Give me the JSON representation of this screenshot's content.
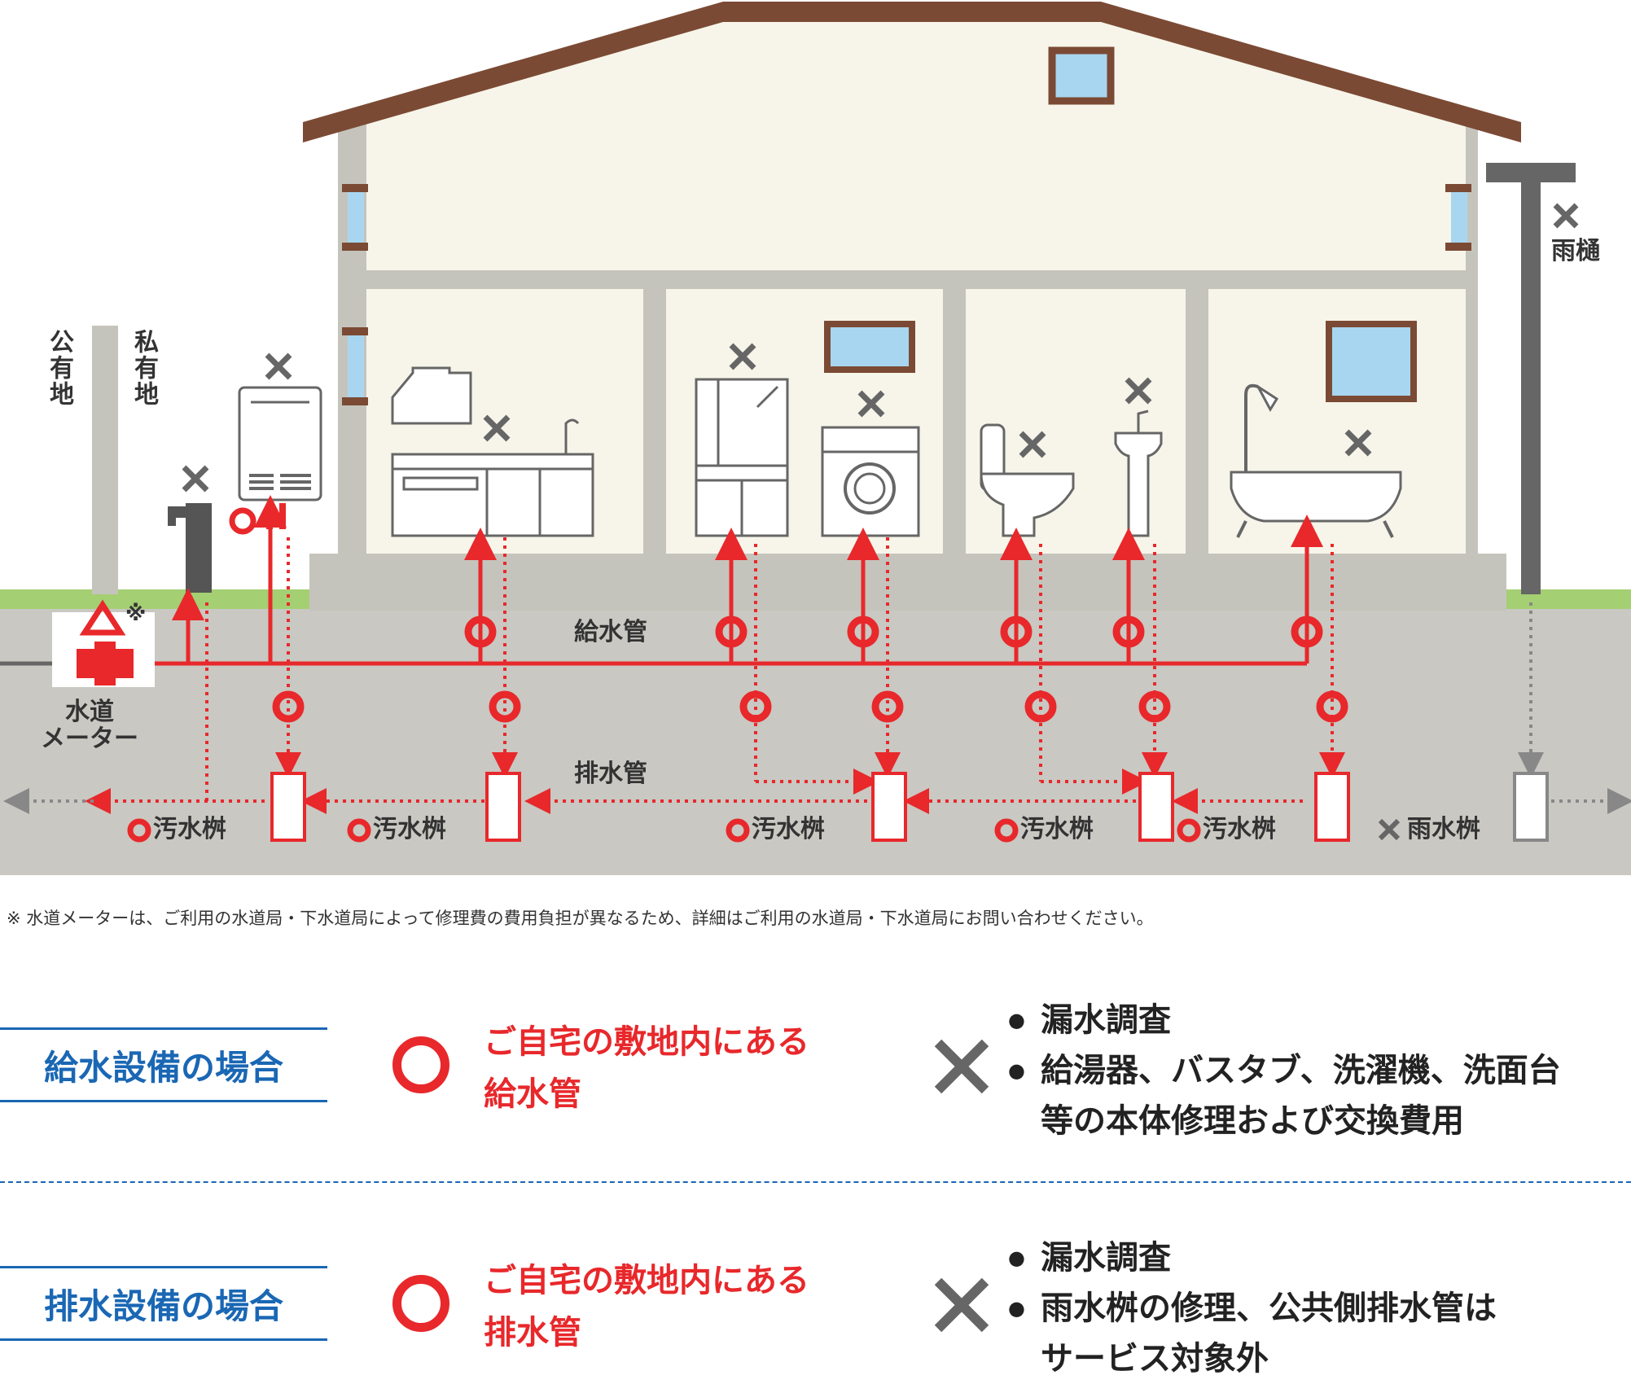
{
  "diagram": {
    "labels": {
      "public_land": "公有地",
      "private_land": "私有地",
      "rain_gutter": "雨樋",
      "water_meter": "水道\nメーター",
      "meter_note_mark": "※",
      "supply_pipe": "給水管",
      "drain_pipe": "排水管",
      "sewage_basin": "汚水桝",
      "rain_basin": "雨水桝"
    },
    "colors": {
      "ground": "#c9c8c2",
      "house_wall": "#c5c4bc",
      "room": "#f7f5ea",
      "roof": "#7b4a34",
      "grass": "#a4cf72",
      "covered": "#e8282b",
      "not_covered": "#666666",
      "window": "#a8d6f0",
      "heading_blue": "#1a67b4"
    }
  },
  "footnote": "※ 水道メーターは、ご利用の水道局・下水道局によって修理費の費用負担が異なるため、詳細はご利用の水道局・下水道局にお問い合わせください。",
  "sections": [
    {
      "heading": "給水設備の場合",
      "covered": [
        "ご自宅の敷地内にある",
        "給水管"
      ],
      "not_covered": [
        "漏水調査",
        "給湯器、バスタブ、洗濯機、洗面台\n等の本体修理および交換費用"
      ]
    },
    {
      "heading": "排水設備の場合",
      "covered": [
        "ご自宅の敷地内にある",
        "排水管"
      ],
      "not_covered": [
        "漏水調査",
        "雨水桝の修理、公共側排水管は\nサービス対象外"
      ]
    }
  ]
}
